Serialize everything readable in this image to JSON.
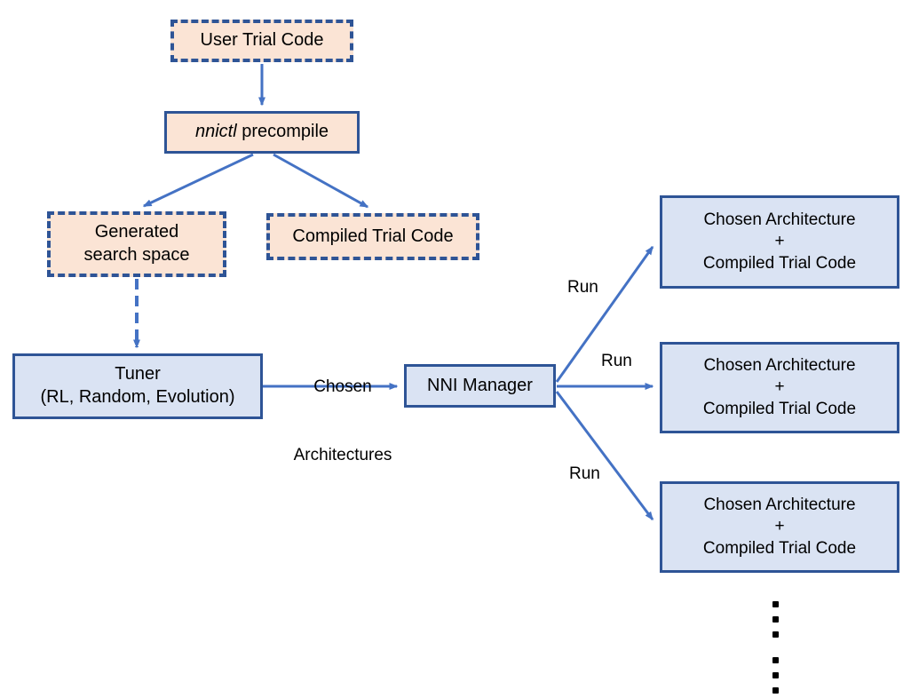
{
  "diagram": {
    "title": "NNI precompile NAS workflow",
    "colors": {
      "peach_fill": "#FBE4D5",
      "blue_fill": "#DAE3F3",
      "border_blue": "#2E5496",
      "arrow_blue": "#4472C4",
      "text": "#000000",
      "background": "#FFFFFF"
    },
    "nodes": {
      "user_trial_code": {
        "label": "User Trial Code",
        "style": "dashed-peach"
      },
      "nnictl_precompile": {
        "label_em": "nnictl",
        "label_rest": " precompile",
        "style": "solid-peach"
      },
      "generated_search_space": {
        "line1": "Generated",
        "line2": "search space",
        "style": "dashed-peach"
      },
      "compiled_trial_code": {
        "label": "Compiled Trial Code",
        "style": "dashed-peach"
      },
      "tuner": {
        "line1": "Tuner",
        "line2": "(RL, Random, Evolution)",
        "style": "solid-blue"
      },
      "nni_manager": {
        "label": "NNI Manager",
        "style": "solid-blue"
      },
      "trial_1": {
        "line1": "Chosen Architecture",
        "line2": "+",
        "line3": "Compiled Trial Code",
        "style": "solid-blue"
      },
      "trial_2": {
        "line1": "Chosen Architecture",
        "line2": "+",
        "line3": "Compiled Trial Code",
        "style": "solid-blue"
      },
      "trial_3": {
        "line1": "Chosen Architecture",
        "line2": "+",
        "line3": "Compiled Trial Code",
        "style": "solid-blue"
      }
    },
    "edge_labels": {
      "chosen_architectures_line1": "Chosen",
      "chosen_architectures_line2": "Architectures",
      "run_1": "Run",
      "run_2": "Run",
      "run_3": "Run"
    },
    "ellipsis": "⋮"
  }
}
